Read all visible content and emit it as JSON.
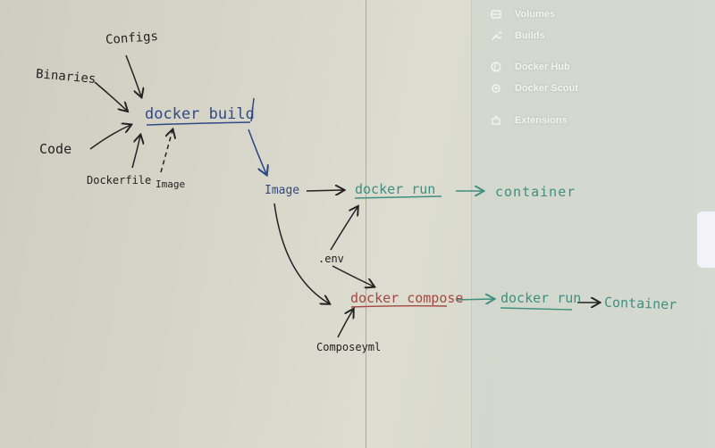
{
  "sidebar": {
    "items": [
      {
        "label": "Volumes",
        "icon": "volume-icon"
      },
      {
        "label": "Builds",
        "icon": "wrench-icon"
      },
      {
        "label": "Docker Hub",
        "icon": "hub-icon"
      },
      {
        "label": "Docker Scout",
        "icon": "scout-icon"
      },
      {
        "label": "Extensions",
        "icon": "puzzle-icon"
      }
    ]
  },
  "whiteboard": {
    "configs": "Configs",
    "binaries": "Binaries",
    "code": "Code",
    "dockerfile": "Dockerfile",
    "image_small": "Image",
    "docker_build": "docker build",
    "image": "Image",
    "docker_run_top": "docker run",
    "container_top": "container",
    "env": ".env",
    "docker_compose": "docker compose",
    "docker_run_bottom": "docker run",
    "container_bottom": "Container",
    "compose_yml": "Composeyml"
  },
  "colors": {
    "ink_black": "#222222",
    "ink_blue": "#2f4a86",
    "ink_teal": "#3f8f80",
    "ink_red": "#a6483f",
    "menu_text": "#f4f6f2"
  }
}
